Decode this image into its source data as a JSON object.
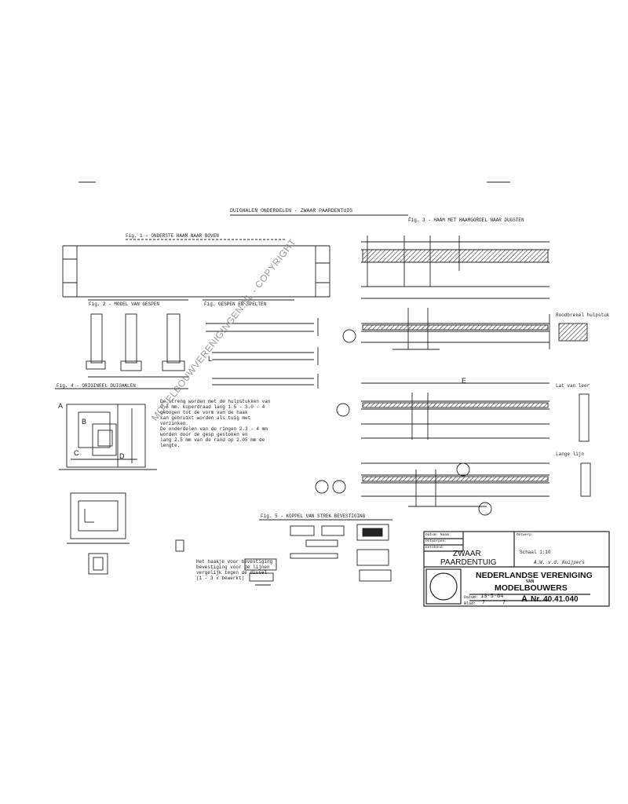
{
  "header": {
    "title": "DUIGHALEN  ONDERDELEN - ZWAAR PAARDENTUIG",
    "fig_top_right": "Fig. 3 - HAAM MET HAAMGORDEL NAAR DUGSTEN"
  },
  "figures": {
    "fig1": "Fig. 1 - ONDERSTE HAAM NAAR BOVEN",
    "fig2": "Fig. 2 - MODEL VAN GESPEN",
    "fig_gespen": "Fig. GESPEN EN SPELTEN",
    "fig4": "Fig. 4 - ORIGINEEL DUIGHALEN",
    "fig5": "Fig. 5 - KOPPEL VAN STREK BEVESTIGING"
  },
  "notes": {
    "main_lines": [
      "De streng worden met de hulpstukken van",
      "0.5 mm. koperdraad lang 1.5 - 3.0 - 4",
      "gebogen tot de vorm van de haak",
      "kan gebruikt worden als tuig met",
      "verzinken.",
      "De onderdelen van de ringen 2.3 - 4 mm",
      "worden door de gesp gestoken en",
      "lang 2.5 mm van de rand op 2.05 mm de",
      "lengte."
    ],
    "bottom_lines": [
      "Het haakje voor bevestiging",
      "bevestiging voor de lijnen",
      "vergelijk tegen de dissel",
      "(1 - 3 x bewerkt)"
    ],
    "right_note1": "Roodbrekel hulpstuk",
    "right_note2": "Lat van leer",
    "right_note3": "Lange lijn"
  },
  "labels": {
    "A": "A",
    "B": "B",
    "C": "C",
    "D": "D",
    "E": "E",
    "L": "L"
  },
  "title_block": {
    "row1_label": "Datum: Naam:",
    "row2_label": "Ontworpen:",
    "row3_label": "Getekend:",
    "row_r_label": "Ontwerp:",
    "name_line1": "ZWAAR",
    "name_line2": "PAARDENTUIG",
    "scale_note": "Schaal 1:10",
    "signature": "A.W. v.d. Kuijpers",
    "org_line1": "NEDERLANDSE VERENIGING",
    "org_small": "VAN",
    "org_line2": "MODELBOUWERS",
    "sheet_prefix": "A",
    "sheet_no": "Nr. 40.41.040",
    "dat_label": "Datum:",
    "dat_value": "13-5-64",
    "blad_label": "Blad:",
    "blad_value": "7",
    "van_value": "7"
  },
  "watermark": "MODELBOUWVERENIGINGEN.NL - COPYRIGHT"
}
